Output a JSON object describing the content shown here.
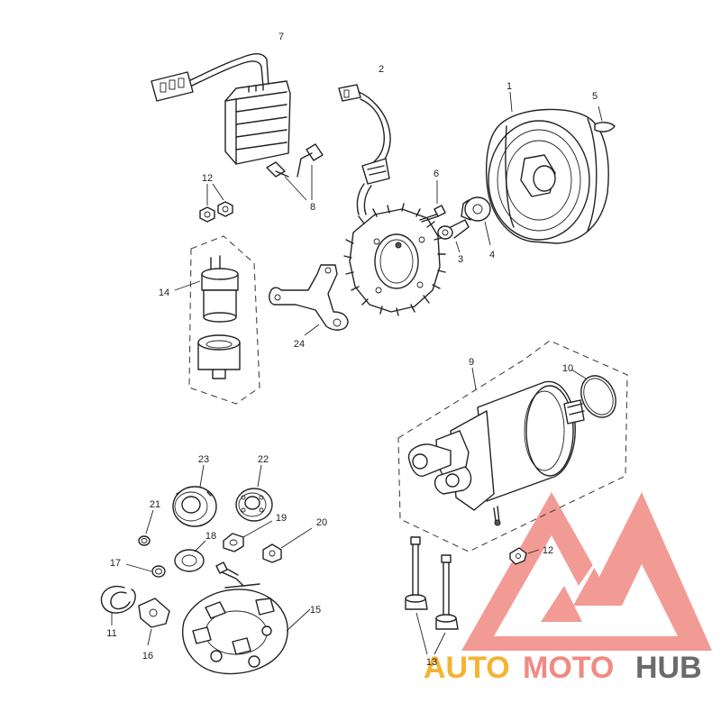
{
  "callouts": {
    "c1": "1",
    "c2": "2",
    "c3": "3",
    "c4": "4",
    "c5": "5",
    "c6": "6",
    "c7": "7",
    "c8": "8",
    "c9": "9",
    "c10": "10",
    "c11": "11",
    "c12a": "12",
    "c12b": "12",
    "c13": "13",
    "c14": "14",
    "c15": "15",
    "c16": "16",
    "c17": "17",
    "c18": "18",
    "c19": "19",
    "c20": "20",
    "c21": "21",
    "c22": "22",
    "c23": "23",
    "c24": "24"
  },
  "watermark": {
    "auto": "AUTO",
    "moto": "MOTO",
    "hub": "HUB",
    "colors": {
      "logo": "#f08a82",
      "auto": "#f4b431",
      "moto": "#f08a82",
      "hub": "#6a6a6a"
    }
  }
}
